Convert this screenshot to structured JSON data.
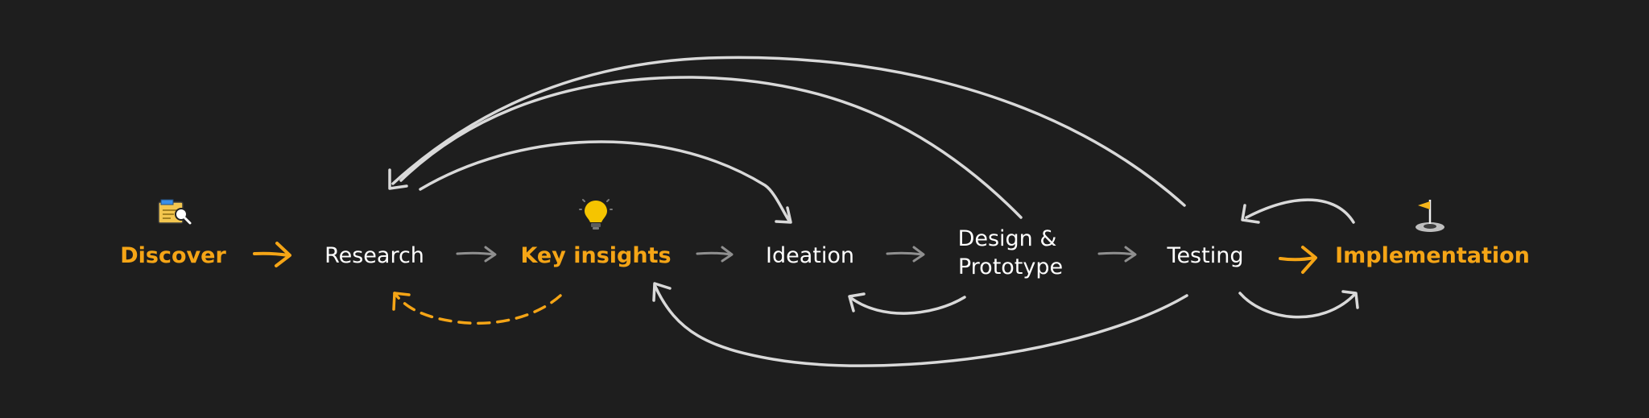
{
  "diagram": {
    "title": "",
    "nodes": {
      "discover": "Discover",
      "research": "Research",
      "key_insights": "Key insights",
      "ideation": "Ideation",
      "design_prototype_line1": "Design &",
      "design_prototype_line2": "Prototype",
      "testing": "Testing",
      "implementation": "Implementation"
    },
    "icons": {
      "discover": "notepad-magnifier-icon",
      "key_insights": "lightbulb-icon",
      "implementation": "golf-flag-icon"
    }
  },
  "colors": {
    "background": "#1e1e1e",
    "accent": "#f5a516",
    "text": "#ffffff",
    "arrow": "#d9d9d9",
    "arrow_dim": "#8f8f8f"
  }
}
